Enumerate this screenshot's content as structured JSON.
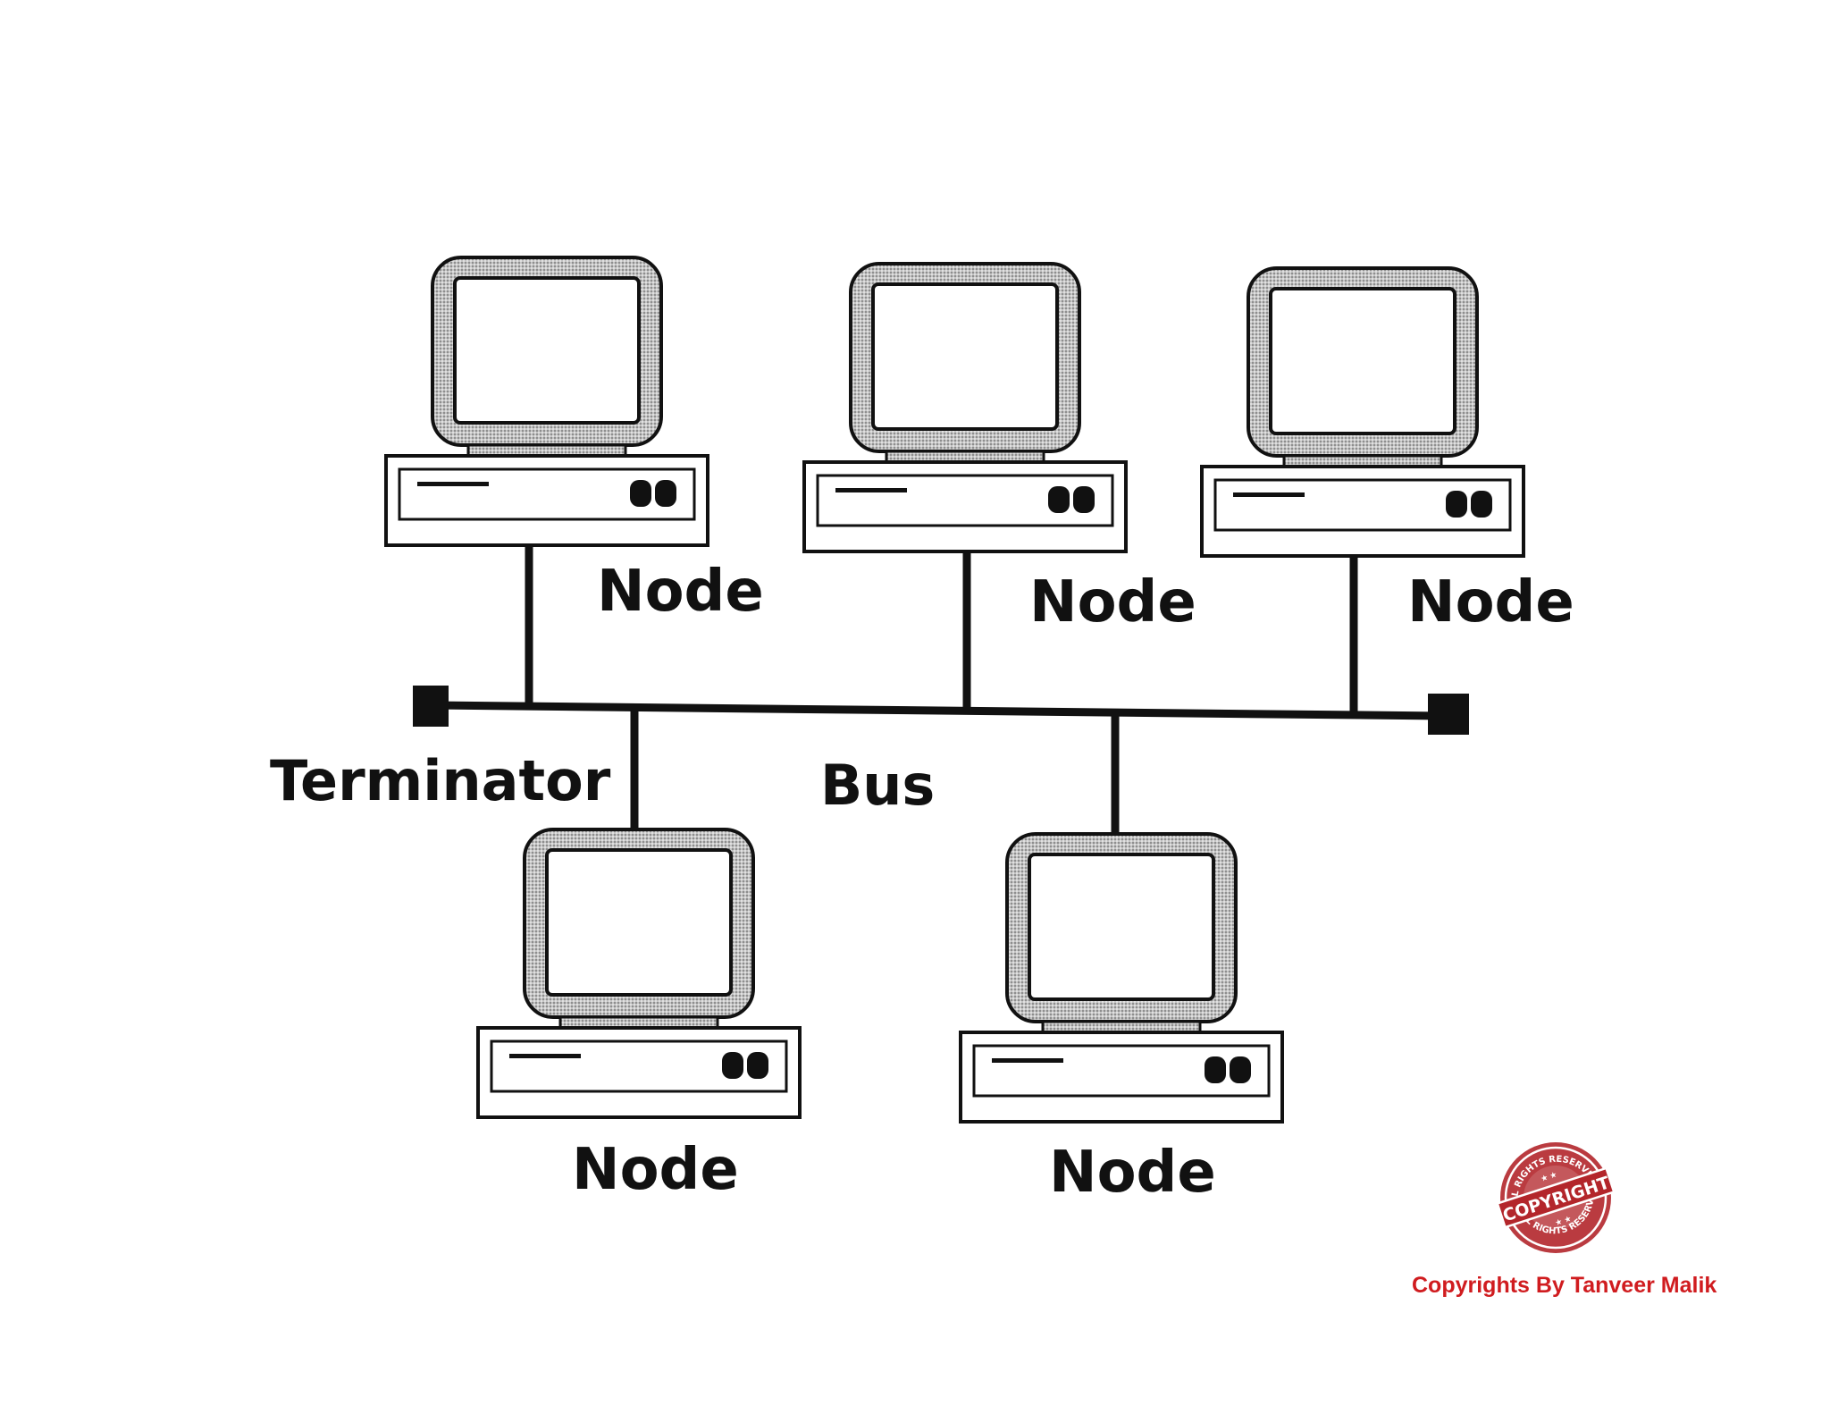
{
  "colors": {
    "ink": "#111111",
    "monitor_frame": "#b5b5b5",
    "credit": "#d01c1f",
    "stamp": "#b3262b"
  },
  "labels": {
    "node": "Node",
    "terminator": "Terminator",
    "bus": "Bus"
  },
  "stamp": {
    "top_text": "ALL RIGHTS RESERVED",
    "center_text": "COPYRIGHT",
    "bottom_text": "ALL RIGHTS RESERVED"
  },
  "credit": "Copyrights By Tanveer Malik"
}
